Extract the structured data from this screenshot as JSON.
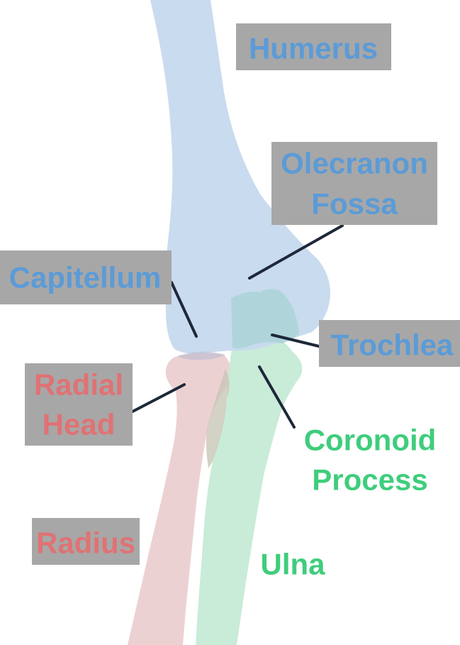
{
  "labels": {
    "humerus": "Humerus",
    "olecranon_fossa_line1": "Olecranon",
    "olecranon_fossa_line2": "Fossa",
    "capitellum": "Capitellum",
    "trochlea": "Trochlea",
    "radial_head_line1": "Radial",
    "radial_head_line2": "Head",
    "coronoid_process_line1": "Coronoid",
    "coronoid_process_line2": "Process",
    "radius": "Radius",
    "ulna": "Ulna"
  },
  "colors": {
    "humerus_fill": "#c9dbee",
    "radius_fill": "#ecd1d3",
    "ulna_fill": "#c5ebd6",
    "overlap_fill": "#a9d3d6",
    "humerus_label": "#5b9bd7",
    "radius_label": "#e07274",
    "ulna_label": "#3fcd7c",
    "label_box": "#a7a7a7",
    "leader_line": "#1e2839"
  }
}
